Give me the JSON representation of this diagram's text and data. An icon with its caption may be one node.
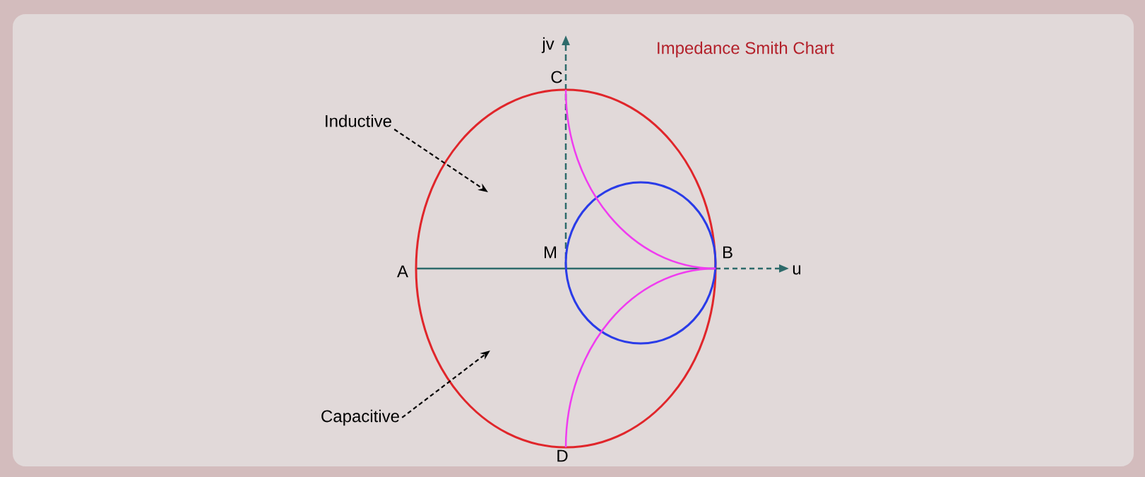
{
  "diagram": {
    "title": "Impedance Smith Chart",
    "nodes": [
      {
        "text": [
          "Inductive"
        ]
      },
      {
        "text": [
          "Capacitive"
        ]
      }
    ],
    "edges": [
      {
        "from": 0,
        "to": null,
        "arrow": "to",
        "style": "dashed"
      },
      {
        "from": 1,
        "to": null,
        "arrow": "to",
        "style": "dashed"
      }
    ],
    "labels": [
      "jv",
      "C",
      "M",
      "A",
      "B",
      "u",
      "D"
    ]
  }
}
